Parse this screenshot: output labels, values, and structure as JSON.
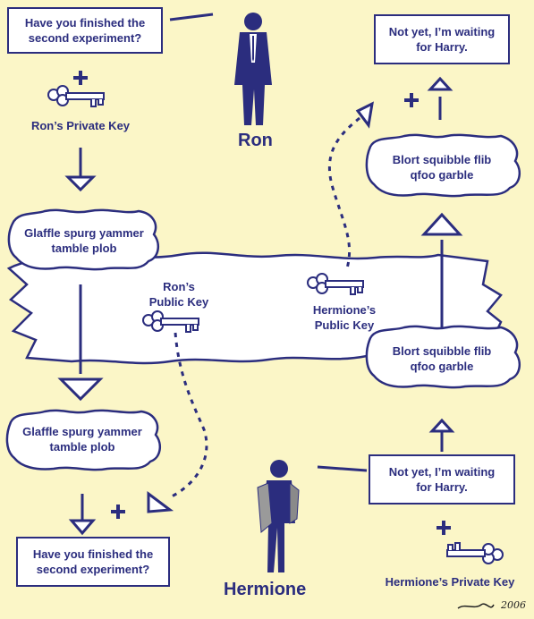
{
  "people": {
    "ron": "Ron",
    "hermione": "Hermione"
  },
  "ron_side": {
    "question_box": "Have you finished the\nsecond experiment?",
    "private_key_label": "Ron’s Private Key",
    "encrypted_cloud": "Glaffle spurg yammer\ntamble plob",
    "received_cloud": "Blort squibble flib\nqfoo garble",
    "reply_box": "Not yet, I’m waiting\nfor Harry."
  },
  "channel": {
    "ron_public_key": "Ron’s\nPublic Key",
    "hermione_public_key": "Hermione’s\nPublic Key"
  },
  "hermione_side": {
    "received_cloud": "Glaffle spurg yammer\ntamble plob",
    "question_box": "Have you finished the\nsecond experiment?",
    "reply_box": "Not yet, I’m waiting\nfor Harry.",
    "encrypted_cloud": "Blort squibble flib\nqfoo garble",
    "private_key_label": "Hermione’s Private Key"
  },
  "signature": "2006",
  "colors": {
    "background": "#fbf6c7",
    "ink": "#2b2d7e",
    "box_fill": "#ffffff"
  }
}
